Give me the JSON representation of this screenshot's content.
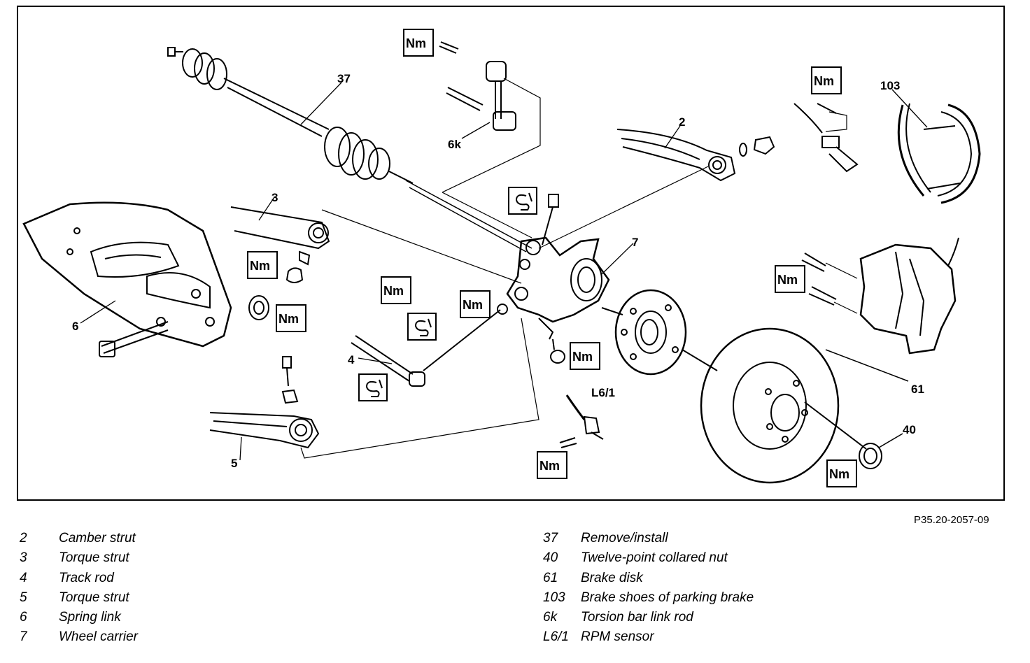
{
  "diagram": {
    "callouts": {
      "c37": "37",
      "c6k": "6k",
      "c2": "2",
      "c103": "103",
      "c3": "3",
      "c6": "6",
      "c7": "7",
      "c4": "4",
      "c5": "5",
      "c61": "61",
      "cL61": "L6/1",
      "c40": "40"
    },
    "torque_symbol": "Nm",
    "figure_ref": "P35.20-2057-09"
  },
  "legend": {
    "left": [
      {
        "num": "2",
        "label": "Camber strut"
      },
      {
        "num": "3",
        "label": "Torque strut"
      },
      {
        "num": "4",
        "label": "Track rod"
      },
      {
        "num": "5",
        "label": "Torque strut"
      },
      {
        "num": "6",
        "label": "Spring link"
      },
      {
        "num": "7",
        "label": "Wheel carrier"
      }
    ],
    "right": [
      {
        "num": "37",
        "label": "Remove/install"
      },
      {
        "num": "40",
        "label": "Twelve-point collared nut"
      },
      {
        "num": "61",
        "label": "Brake disk"
      },
      {
        "num": "103",
        "label": "Brake shoes of parking brake"
      },
      {
        "num": "6k",
        "label": "Torsion bar link rod"
      },
      {
        "num": "L6/1",
        "label": "RPM sensor"
      }
    ]
  }
}
